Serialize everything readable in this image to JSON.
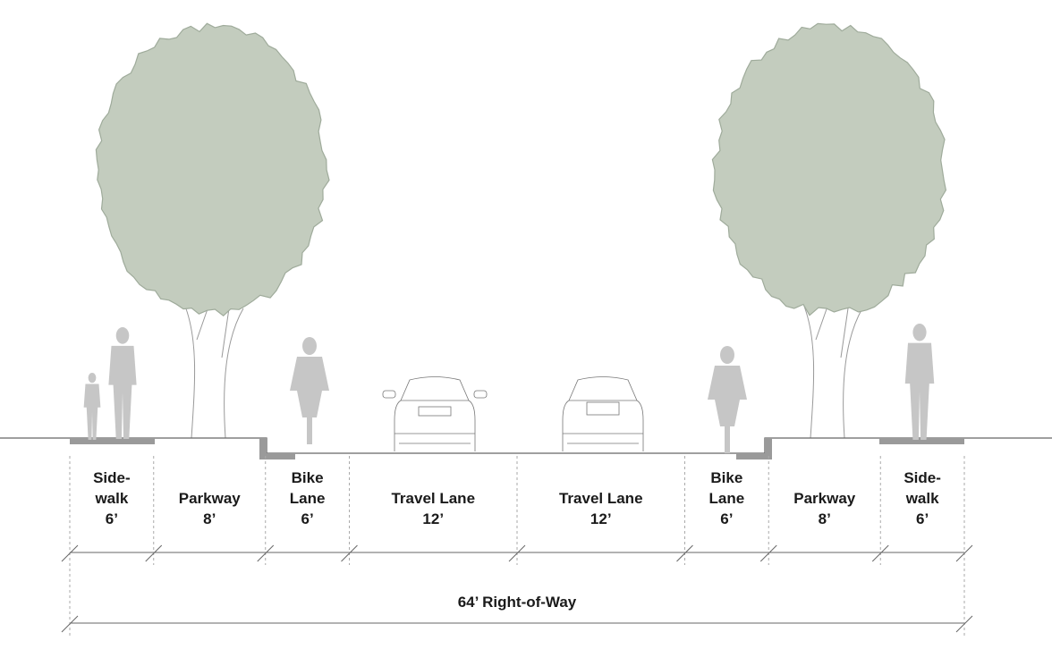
{
  "colors": {
    "canopy": "#c3ccbe",
    "canopy_edge": "#9fab9b",
    "silhouette": "#c6c6c6",
    "curb": "#9a9a9a",
    "line": "#555555"
  },
  "segments": [
    {
      "name": "sidewalk-left",
      "lines": [
        "Side-",
        "walk",
        "6’"
      ],
      "feet": 6
    },
    {
      "name": "parkway-left",
      "lines": [
        "Parkway",
        "8’"
      ],
      "feet": 8
    },
    {
      "name": "bike-lane-left",
      "lines": [
        "Bike",
        "Lane",
        "6’"
      ],
      "feet": 6
    },
    {
      "name": "travel-lane-left",
      "lines": [
        "Travel Lane",
        "12’"
      ],
      "feet": 12
    },
    {
      "name": "travel-lane-right",
      "lines": [
        "Travel Lane",
        "12’"
      ],
      "feet": 12
    },
    {
      "name": "bike-lane-right",
      "lines": [
        "Bike",
        "Lane",
        "6’"
      ],
      "feet": 6
    },
    {
      "name": "parkway-right",
      "lines": [
        "Parkway",
        "8’"
      ],
      "feet": 8
    },
    {
      "name": "sidewalk-right",
      "lines": [
        "Side-",
        "walk",
        "6’"
      ],
      "feet": 6
    }
  ],
  "total": {
    "label": "64’ Right-of-Way",
    "feet": 64
  }
}
